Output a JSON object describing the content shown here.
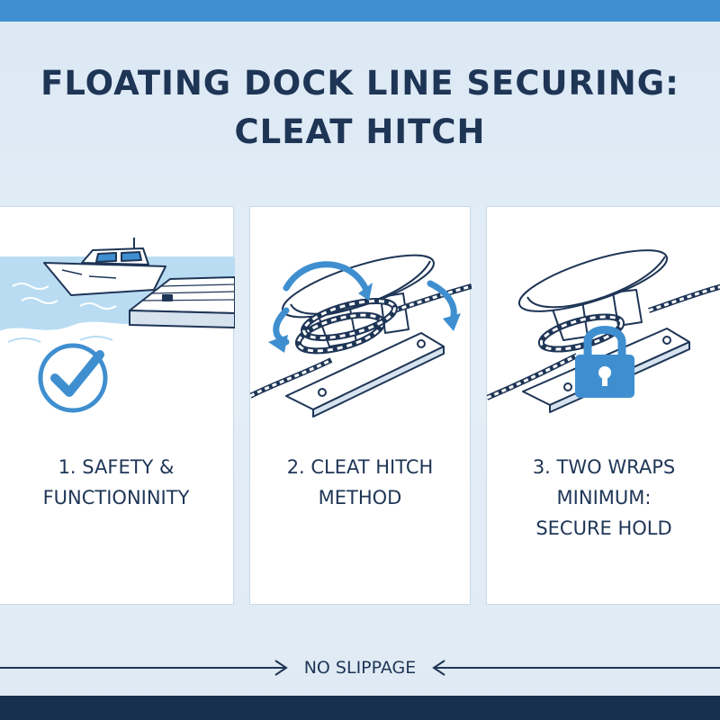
{
  "title": {
    "line1": "FLOATING DOCK LINE SECURING:",
    "line2": "CLEAT HITCH"
  },
  "panels": [
    {
      "caption_line1": "1. SAFETY &",
      "caption_line2": "FUNCTIONINITY",
      "icons": [
        "boat-icon",
        "dock-icon",
        "water-waves-icon",
        "checkmark-circle-icon"
      ]
    },
    {
      "caption_line1": "2. CLEAT HITCH",
      "caption_line2": "METHOD",
      "icons": [
        "cleat-icon",
        "rope-icon",
        "rotation-arrow-icon"
      ]
    },
    {
      "caption_line1": "3. TWO WRAPS MINIMUM:",
      "caption_line2": "SECURE HOLD",
      "icons": [
        "cleat-icon",
        "rope-icon",
        "padlock-icon"
      ]
    }
  ],
  "footer": {
    "label": "NO SLIPPAGE"
  },
  "colors": {
    "accent": "#3f8fd0",
    "navy": "#1e3556",
    "water": "#b9dcf2",
    "footer_bar": "#17304f"
  }
}
